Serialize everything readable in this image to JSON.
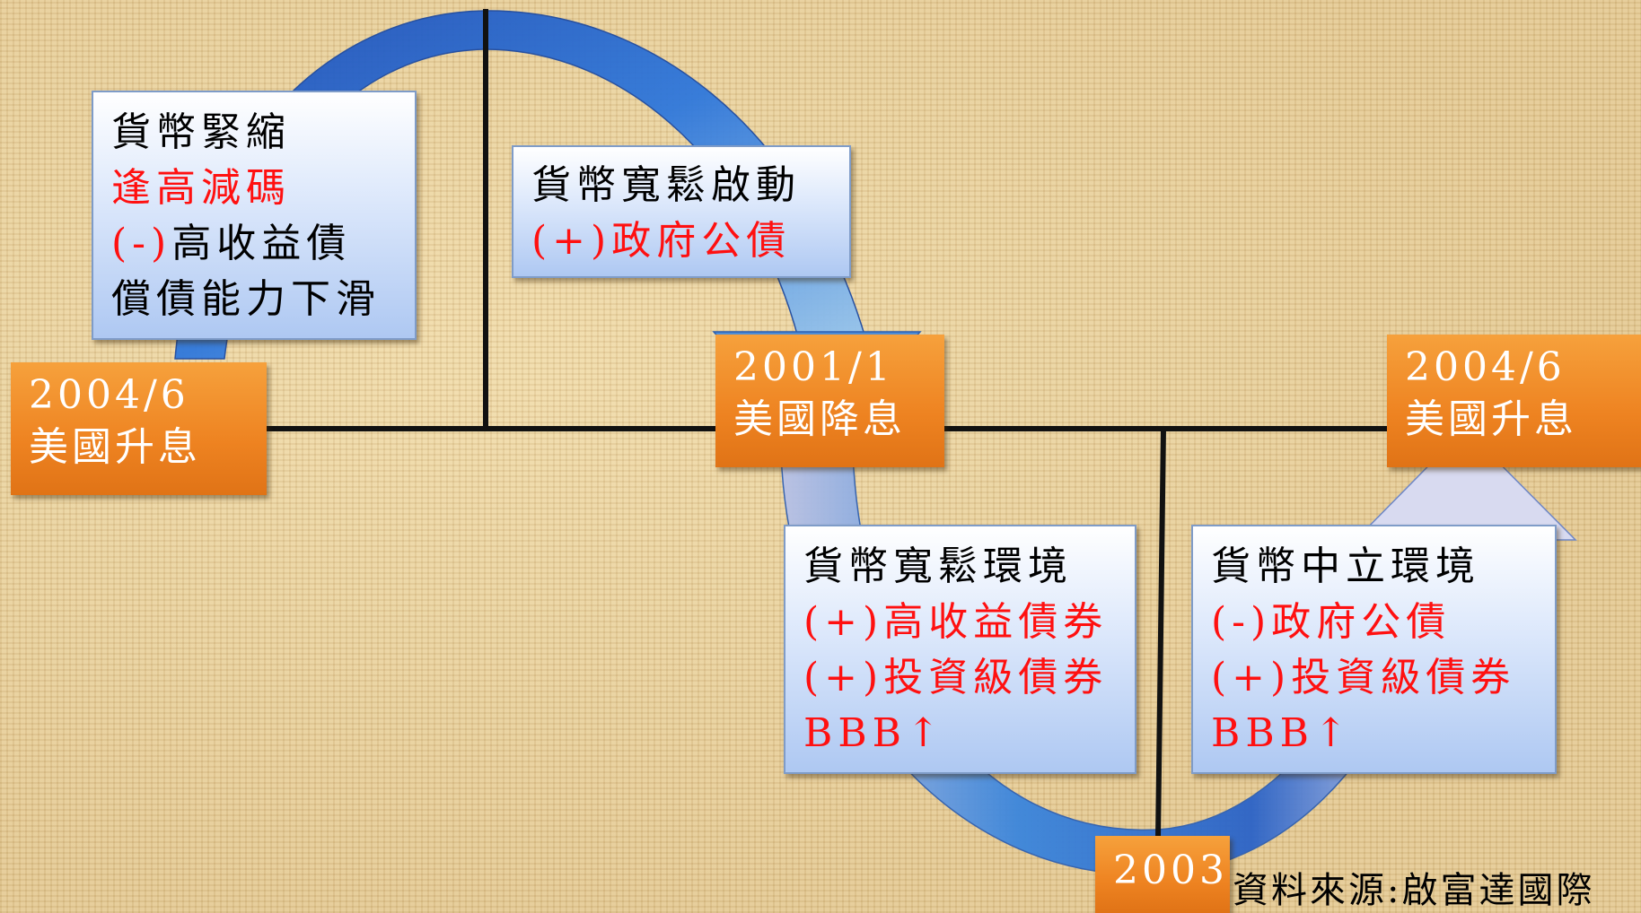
{
  "boxes": {
    "tightening": {
      "lines": [
        {
          "text": "貨幣緊縮",
          "color": "black"
        },
        {
          "text": "逢高減碼",
          "color": "red"
        },
        {
          "prefix": "(-)",
          "text": "高收益債",
          "prefix_color": "red",
          "color": "black"
        },
        {
          "text": "償債能力下滑",
          "color": "black"
        }
      ]
    },
    "easing_start": {
      "lines": [
        {
          "text": "貨幣寬鬆啟動",
          "color": "black"
        },
        {
          "text": "(+)政府公債",
          "color": "red"
        }
      ]
    },
    "easing_env": {
      "lines": [
        {
          "text": "貨幣寬鬆環境",
          "color": "black"
        },
        {
          "text": "(+)高收益債券",
          "color": "red"
        },
        {
          "text": "(+)投資級債券",
          "color": "red"
        },
        {
          "text": "BBB↑",
          "color": "red"
        }
      ]
    },
    "neutral_env": {
      "lines": [
        {
          "text": "貨幣中立環境",
          "color": "black"
        },
        {
          "text": "(-)政府公債",
          "color": "red"
        },
        {
          "text": "(+)投資級債券",
          "color": "red"
        },
        {
          "text": "BBB↑",
          "color": "red"
        }
      ]
    }
  },
  "tags": {
    "left": {
      "date": "2004/6",
      "event": "美國升息"
    },
    "middle": {
      "date": "2001/1",
      "event": "美國降息"
    },
    "right": {
      "date": "2004/6",
      "event": "美國升息"
    },
    "bottom": {
      "date": "2003"
    }
  },
  "source": "資料來源:啟富達國際",
  "colors": {
    "arrow_blue": "#2f6fd6",
    "tag_orange": "#ee8321",
    "highlight_red": "#ff1010",
    "axis_black": "#111111"
  }
}
